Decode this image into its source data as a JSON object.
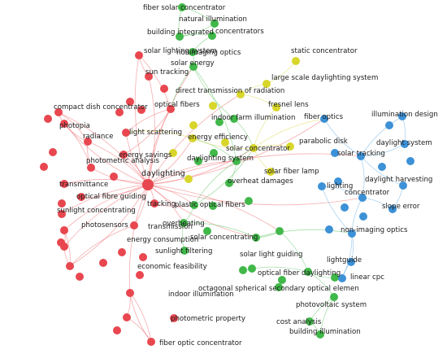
{
  "clusters": [
    {
      "id": "red",
      "color": "#e8474f",
      "edge_color": "#ef6b70"
    },
    {
      "id": "green",
      "color": "#41b84a",
      "edge_color": "#5fc766"
    },
    {
      "id": "yellow",
      "color": "#d8d62b",
      "edge_color": "#dcd94b"
    },
    {
      "id": "blue",
      "color": "#3d91d6",
      "edge_color": "#6aaee3"
    }
  ],
  "nodes": [
    {
      "id": "daylighting",
      "label": "daylighting",
      "cluster": "red",
      "big": true
    },
    {
      "id": "solar_lighting_system",
      "label": "solar lighting system",
      "cluster": "red"
    },
    {
      "id": "sun_tracking",
      "label": "sun tracking",
      "cluster": "red"
    },
    {
      "id": "optical_fibers",
      "label": "optical fibers",
      "cluster": "red"
    },
    {
      "id": "compact_dish_concentrator",
      "label": "compact dish concentrator",
      "cluster": "red"
    },
    {
      "id": "photopia",
      "label": "photopia",
      "cluster": "red"
    },
    {
      "id": "radiance",
      "label": "radiance",
      "cluster": "red"
    },
    {
      "id": "light_scattering",
      "label": "light scattering",
      "cluster": "red"
    },
    {
      "id": "energy_savings",
      "label": "energy savings",
      "cluster": "red"
    },
    {
      "id": "photometric_analysis",
      "label": "photometric analysis",
      "cluster": "red"
    },
    {
      "id": "transmittance",
      "label": "transmittance",
      "cluster": "red"
    },
    {
      "id": "optical_fibre_guiding",
      "label": "optical fibre guiding",
      "cluster": "red"
    },
    {
      "id": "sunlight_concentrating",
      "label": "sunlight concentrating",
      "cluster": "red"
    },
    {
      "id": "tracking",
      "label": "tracking",
      "cluster": "red"
    },
    {
      "id": "photosensors",
      "label": "photosensors",
      "cluster": "red"
    },
    {
      "id": "transmission",
      "label": "transmission",
      "cluster": "red"
    },
    {
      "id": "energy_consumption",
      "label": "energy consumption",
      "cluster": "red"
    },
    {
      "id": "economic_feasibility",
      "label": "economic feasibility",
      "cluster": "red"
    },
    {
      "id": "indoor_illumination",
      "label": "indoor illumination",
      "cluster": "red"
    },
    {
      "id": "photometric_property",
      "label": "photometric property",
      "cluster": "red"
    },
    {
      "id": "fiber_optic_concentrator",
      "label": "fiber optic concentrator",
      "cluster": "red"
    },
    {
      "id": "fiber_solar_concentrator",
      "label": "fiber solar concentrator",
      "cluster": "green"
    },
    {
      "id": "natural_illumination",
      "label": "natural illumination",
      "cluster": "green"
    },
    {
      "id": "building_integrated",
      "label": "building integrated",
      "cluster": "green"
    },
    {
      "id": "concentrators",
      "label": "concentrators",
      "cluster": "green"
    },
    {
      "id": "nonimaging_optics",
      "label": "nonimaging optics",
      "cluster": "green"
    },
    {
      "id": "solar_energy",
      "label": "solar energy",
      "cluster": "green"
    },
    {
      "id": "indoor_farm_illumination",
      "label": "indoor farm illumination",
      "cluster": "green"
    },
    {
      "id": "daylighting_system",
      "label": "daylighting system",
      "cluster": "green"
    },
    {
      "id": "overheat_damages",
      "label": "overheat damages",
      "cluster": "green"
    },
    {
      "id": "plastic_optical_fibers",
      "label": "plastic optical fibers",
      "cluster": "green"
    },
    {
      "id": "overheating",
      "label": "overheating",
      "cluster": "green"
    },
    {
      "id": "sunlight_filtering",
      "label": "sunlight filtering",
      "cluster": "green"
    },
    {
      "id": "solar_concentrating",
      "label": "solar concentrating",
      "cluster": "green"
    },
    {
      "id": "solar_light_guiding",
      "label": "solar light guiding",
      "cluster": "green"
    },
    {
      "id": "optical_fiber_daylighting",
      "label": "optical fiber daylighting",
      "cluster": "green"
    },
    {
      "id": "octagonal_spherical",
      "label": "octagonal spherical secondary optical elemen",
      "cluster": "green"
    },
    {
      "id": "photovoltaic_system",
      "label": "photovoltaic system",
      "cluster": "green"
    },
    {
      "id": "cost_analysis",
      "label": "cost analysis",
      "cluster": "green"
    },
    {
      "id": "building_illumination",
      "label": "building illumination",
      "cluster": "green"
    },
    {
      "id": "static_concentrator",
      "label": "static concentrator",
      "cluster": "yellow"
    },
    {
      "id": "large_scale_daylighting_system",
      "label": "large scale daylighting system",
      "cluster": "yellow"
    },
    {
      "id": "direct_transmission_of_radiation",
      "label": "direct transmission of radiation",
      "cluster": "yellow"
    },
    {
      "id": "fresnel_lens",
      "label": "fresnel lens",
      "cluster": "yellow"
    },
    {
      "id": "energy_efficiency",
      "label": "energy efficiency",
      "cluster": "yellow"
    },
    {
      "id": "solar_concentrator",
      "label": "solar concentrator",
      "cluster": "yellow"
    },
    {
      "id": "parabolic_disk",
      "label": "parabolic disk",
      "cluster": "yellow"
    },
    {
      "id": "solar_fiber_lamp",
      "label": "solar fiber lamp",
      "cluster": "yellow"
    },
    {
      "id": "fiber_optics",
      "label": "fiber optics",
      "cluster": "blue"
    },
    {
      "id": "illumination_design",
      "label": "illumination design",
      "cluster": "blue"
    },
    {
      "id": "daylight_system",
      "label": "daylight system",
      "cluster": "blue"
    },
    {
      "id": "solar_tracking",
      "label": "solar tracking",
      "cluster": "blue"
    },
    {
      "id": "daylight_harvesting",
      "label": "daylight harvesting",
      "cluster": "blue"
    },
    {
      "id": "lighting",
      "label": "lighting",
      "cluster": "blue"
    },
    {
      "id": "concentrator",
      "label": "concentrator",
      "cluster": "blue"
    },
    {
      "id": "slope_error",
      "label": "slope error",
      "cluster": "blue"
    },
    {
      "id": "non_imaging_optics",
      "label": "non-imaging optics",
      "cluster": "blue"
    },
    {
      "id": "lightguide",
      "label": "lightguide",
      "cluster": "blue"
    },
    {
      "id": "linear_cpc",
      "label": "linear cpc",
      "cluster": "blue"
    }
  ],
  "edges": [
    [
      "daylighting",
      "solar_lighting_system"
    ],
    [
      "daylighting",
      "sun_tracking"
    ],
    [
      "daylighting",
      "optical_fibers"
    ],
    [
      "daylighting",
      "compact_dish_concentrator"
    ],
    [
      "daylighting",
      "photopia"
    ],
    [
      "daylighting",
      "radiance"
    ],
    [
      "daylighting",
      "light_scattering"
    ],
    [
      "daylighting",
      "energy_savings"
    ],
    [
      "daylighting",
      "photometric_analysis"
    ],
    [
      "daylighting",
      "transmittance"
    ],
    [
      "daylighting",
      "optical_fibre_guiding"
    ],
    [
      "daylighting",
      "sunlight_concentrating"
    ],
    [
      "daylighting",
      "tracking"
    ],
    [
      "daylighting",
      "photosensors"
    ],
    [
      "daylighting",
      "transmission"
    ],
    [
      "daylighting",
      "energy_consumption"
    ],
    [
      "daylighting",
      "economic_feasibility"
    ],
    [
      "daylighting",
      "indoor_illumination"
    ],
    [
      "daylighting",
      "solar_energy"
    ],
    [
      "daylighting",
      "solar_concentrator"
    ],
    [
      "daylighting",
      "daylighting_system"
    ],
    [
      "daylighting",
      "energy_efficiency"
    ],
    [
      "daylighting",
      "plastic_optical_fibers"
    ],
    [
      "daylighting",
      "fiber_optics"
    ],
    [
      "daylighting",
      "solar_tracking"
    ],
    [
      "daylighting",
      "concentrator"
    ],
    [
      "daylighting",
      "overheating"
    ],
    [
      "daylighting",
      "solar_concentrating"
    ],
    [
      "daylighting",
      "direct_transmission_of_radiation"
    ],
    [
      "solar_lighting_system",
      "sun_tracking"
    ],
    [
      "solar_lighting_system",
      "optical_fibers"
    ],
    [
      "compact_dish_concentrator",
      "photopia"
    ],
    [
      "compact_dish_concentrator",
      "radiance"
    ],
    [
      "photopia",
      "radiance"
    ],
    [
      "photopia",
      "photometric_analysis"
    ],
    [
      "radiance",
      "photometric_analysis"
    ],
    [
      "light_scattering",
      "optical_fibers"
    ],
    [
      "energy_savings",
      "optical_fibers"
    ],
    [
      "photosensors",
      "energy_consumption"
    ],
    [
      "energy_consumption",
      "economic_feasibility"
    ],
    [
      "photosensors",
      "economic_feasibility"
    ],
    [
      "transmission",
      "economic_feasibility"
    ],
    [
      "indoor_illumination",
      "photometric_property"
    ],
    [
      "indoor_illumination",
      "fiber_optic_concentrator"
    ],
    [
      "photometric_property",
      "fiber_optic_concentrator"
    ],
    [
      "fiber_optic_concentrator",
      "indoor_illumination"
    ],
    [
      "fiber_solar_concentrator",
      "natural_illumination"
    ],
    [
      "fiber_solar_concentrator",
      "building_integrated"
    ],
    [
      "natural_illumination",
      "building_integrated"
    ],
    [
      "natural_illumination",
      "concentrators"
    ],
    [
      "building_integrated",
      "concentrators"
    ],
    [
      "concentrators",
      "nonimaging_optics"
    ],
    [
      "nonimaging_optics",
      "solar_energy"
    ],
    [
      "solar_energy",
      "optical_fibers"
    ],
    [
      "solar_energy",
      "daylighting_system"
    ],
    [
      "solar_energy",
      "indoor_farm_illumination"
    ],
    [
      "daylighting_system",
      "overheat_damages"
    ],
    [
      "daylighting_system",
      "plastic_optical_fibers"
    ],
    [
      "daylighting_system",
      "solar_concentrator"
    ],
    [
      "daylighting_system",
      "energy_efficiency"
    ],
    [
      "plastic_optical_fibers",
      "overheating"
    ],
    [
      "overheating",
      "sunlight_filtering"
    ],
    [
      "overheating",
      "solar_concentrating"
    ],
    [
      "solar_concentrating",
      "solar_light_guiding"
    ],
    [
      "solar_light_guiding",
      "optical_fiber_daylighting"
    ],
    [
      "optical_fiber_daylighting",
      "octagonal_spherical"
    ],
    [
      "optical_fiber_daylighting",
      "photovoltaic_system"
    ],
    [
      "photovoltaic_system",
      "cost_analysis"
    ],
    [
      "cost_analysis",
      "building_illumination"
    ],
    [
      "photovoltaic_system",
      "building_illumination"
    ],
    [
      "static_concentrator",
      "large_scale_daylighting_system"
    ],
    [
      "large_scale_daylighting_system",
      "direct_transmission_of_radiation"
    ],
    [
      "direct_transmission_of_radiation",
      "fresnel_lens"
    ],
    [
      "fresnel_lens",
      "solar_concentrator"
    ],
    [
      "solar_concentrator",
      "parabolic_disk"
    ],
    [
      "solar_concentrator",
      "solar_fiber_lamp"
    ],
    [
      "solar_concentrator",
      "energy_efficiency"
    ],
    [
      "energy_efficiency",
      "light_scattering"
    ],
    [
      "solar_concentrator",
      "fiber_optics"
    ],
    [
      "fiber_optics",
      "solar_tracking"
    ],
    [
      "solar_tracking",
      "illumination_design"
    ],
    [
      "solar_tracking",
      "daylight_system"
    ],
    [
      "illumination_design",
      "daylight_system"
    ],
    [
      "solar_tracking",
      "daylight_harvesting"
    ],
    [
      "solar_tracking",
      "concentrator"
    ],
    [
      "concentrator",
      "lighting"
    ],
    [
      "concentrator",
      "slope_error"
    ],
    [
      "concentrator",
      "non_imaging_optics"
    ],
    [
      "daylight_harvesting",
      "slope_error"
    ],
    [
      "lighting",
      "non_imaging_optics"
    ],
    [
      "non_imaging_optics",
      "lightguide"
    ],
    [
      "lightguide",
      "linear_cpc"
    ],
    [
      "non_imaging_optics",
      "linear_cpc"
    ],
    [
      "optical_fiber_daylighting",
      "linear_cpc"
    ],
    [
      "solar_concentrating",
      "non_imaging_optics"
    ],
    [
      "plastic_optical_fibers",
      "solar_concentrator"
    ],
    [
      "indoor_farm_illumination",
      "solar_concentrator"
    ],
    [
      "tracking",
      "plastic_optical_fibers"
    ],
    [
      "daylighting",
      "solar_light_guiding"
    ]
  ]
}
